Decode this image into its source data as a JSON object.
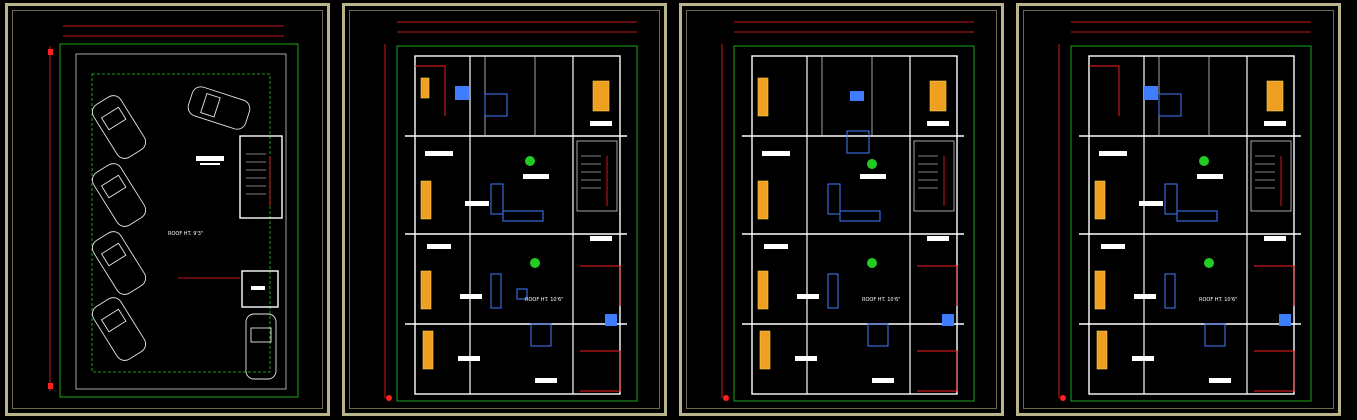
{
  "sheets": [
    {
      "id": "parking",
      "roof_label": "ROOF HT. 9'3\""
    },
    {
      "id": "floor-1",
      "roof_label": "ROOF HT. 10'6\""
    },
    {
      "id": "floor-2",
      "roof_label": "ROOF HT. 10'6\""
    },
    {
      "id": "floor-3",
      "roof_label": "ROOF HT. 10'6\""
    }
  ],
  "colors": {
    "frame": "#b9b48a",
    "dimension": "#ff2020",
    "boundary": "#22cc22",
    "furniture": "#3f7dff",
    "bed": "#f0a020",
    "wall": "#ffffff"
  }
}
